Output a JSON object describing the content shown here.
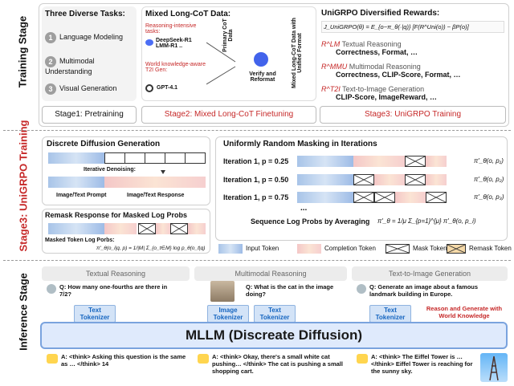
{
  "stages": {
    "training": "Training Stage",
    "stage3": "Stage3: UniGRPO Training",
    "inference": "Inference Stage"
  },
  "tasks": {
    "title": "Three Diverse Tasks:",
    "items": [
      {
        "num": "1",
        "label": "Language Modeling"
      },
      {
        "num": "2",
        "label": "Multimodal Understanding"
      },
      {
        "num": "3",
        "label": "Visual Generation"
      }
    ]
  },
  "mixed": {
    "title": "Mixed Long-CoT Data:",
    "reasoning_label": "Reasoning-intensive tasks:",
    "reasoning_models": "DeepSeek-R1 LMM-R1 ..",
    "world_label": "World knowledge-aware T2I Gen:",
    "world_model": "GPT-4.1",
    "primary": "Primary CoT Data",
    "verify": "Verify and Reformat",
    "output": "Mixed Long-CoT Data with Unified Format"
  },
  "rewards": {
    "title": "UniGRPO Diversified Rewards:",
    "formula": "J_UniGRPO(θ) = E_{o~π_θ(·|q)} [F(R^Uni(o)) − βP(o)]",
    "items": [
      {
        "name": "Textual Reasoning",
        "sym": "R^LM",
        "detail": "Correctness, Format, …"
      },
      {
        "name": "Multimodal Reasoning",
        "sym": "R^MMU",
        "detail": "Correctness, CLIP-Score, Format, …"
      },
      {
        "name": "Text-to-Image Generation",
        "sym": "R^T2I",
        "detail": "CLIP-Score, ImageReward, …"
      }
    ]
  },
  "stage_buttons": {
    "s1": "Stage1: Pretraining",
    "s2": "Stage2: Mixed Long-CoT Finetuning",
    "s3": "Stage3: UniGRPO Training"
  },
  "diffusion": {
    "title": "Discrete Diffusion Generation",
    "denoise": "Iterative Denoising:",
    "prompt": "Image/Text Prompt",
    "response": "Image/Text Response"
  },
  "remask": {
    "title": "Remask Response for Masked Log Probs",
    "log_label": "Masked Token Log Porbs:",
    "formula": "π'_θ(o_i|q, p) = 1/|M| Σ_{o_t∈M} log p_θ(o_t|q)"
  },
  "masking": {
    "title": "Uniformly Random Masking in Iterations",
    "rows": [
      {
        "label": "Iteration 1, p = 0.25",
        "out": "π'_θ(o, p₁)"
      },
      {
        "label": "Iteration 1, p = 0.50",
        "out": "π'_θ(o, p₂)"
      },
      {
        "label": "Iteration 1, p = 0.75",
        "out": "π'_θ(o, p₃)"
      }
    ],
    "dots": "...",
    "seq": "Sequence Log Probs by Averaging",
    "seq_formula": "π'_θ = 1/μ Σ_{p=1}^{μ} π'_θ(o, p_i)"
  },
  "legend": {
    "input": "Input Token",
    "completion": "Completion Token",
    "mask": "Mask Token",
    "remask": "Remask Token"
  },
  "inference": {
    "textual": {
      "tab": "Textual Reasoning",
      "q": "Q: How many one-fourths are there in 7/2?",
      "tokenizer": "Text Tokenizer",
      "a": "A: <think> Asking this question is the same as … </think> 14"
    },
    "multimodal": {
      "tab": "Multimodal Reasoning",
      "q": "Q: What is the cat in the image doing?",
      "img_tokenizer": "Image Tokenizer",
      "text_tokenizer": "Text Tokenizer",
      "a": "A: <think> Okay, there's a small white cat pushing… </think> The cat is pushing a small shopping cart."
    },
    "t2i": {
      "tab": "Text-to-Image Generation",
      "q": "Q: Generate an image about a famous landmark building in Europe.",
      "tokenizer": "Text Tokenizer",
      "reason": "Reason and Generate with World Knowledge",
      "a": "A: <think> The Eiffel Tower is …</think> Eiffel Tower is reaching for the sunny sky."
    },
    "mllm": "MLLM (Discreate Diffusion)"
  },
  "colors": {
    "red": "#c62828",
    "blue": "#1565c0",
    "mllm_bg": "#dfeafc"
  }
}
